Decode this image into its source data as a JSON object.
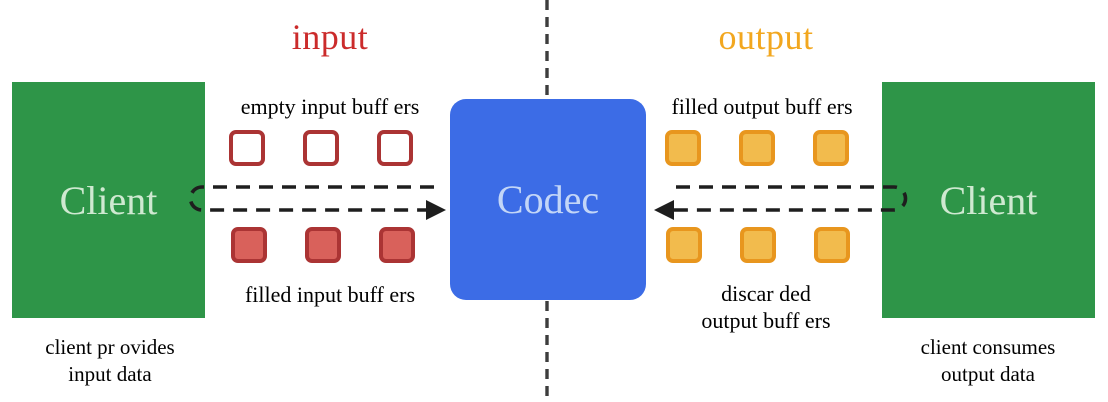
{
  "titles": {
    "input": "input",
    "output": "output"
  },
  "nodes": {
    "client_left": {
      "label": "Client",
      "caption_line1": "client pr ovides",
      "caption_line2": "input data"
    },
    "codec": {
      "label": "Codec"
    },
    "client_right": {
      "label": "Client",
      "caption_line1": "client consumes",
      "caption_line2": "output data"
    }
  },
  "buffers": {
    "empty_input": {
      "label": "empty input buff ers",
      "count": 3
    },
    "filled_input": {
      "label": "filled input buff ers",
      "count": 3
    },
    "filled_output": {
      "label": "filled output buff ers",
      "count": 3
    },
    "discarded_output": {
      "label_line1": "discar ded",
      "label_line2": "output buff ers",
      "count": 3
    }
  },
  "colors": {
    "green": "#2e9548",
    "client_label": "#cfe9d1",
    "blue": "#3c6ce6",
    "codec_label": "#c3d6f7",
    "input_title": "#cb2b2b",
    "output_title": "#f2a71f",
    "red_border": "#ab3434",
    "red_fill": "#d9615b",
    "orange_border": "#e8961e",
    "orange_fill": "#f2bb4d",
    "arrow": "#1e1e1e",
    "divider": "#3d3d3d",
    "label_text": "#000000"
  }
}
